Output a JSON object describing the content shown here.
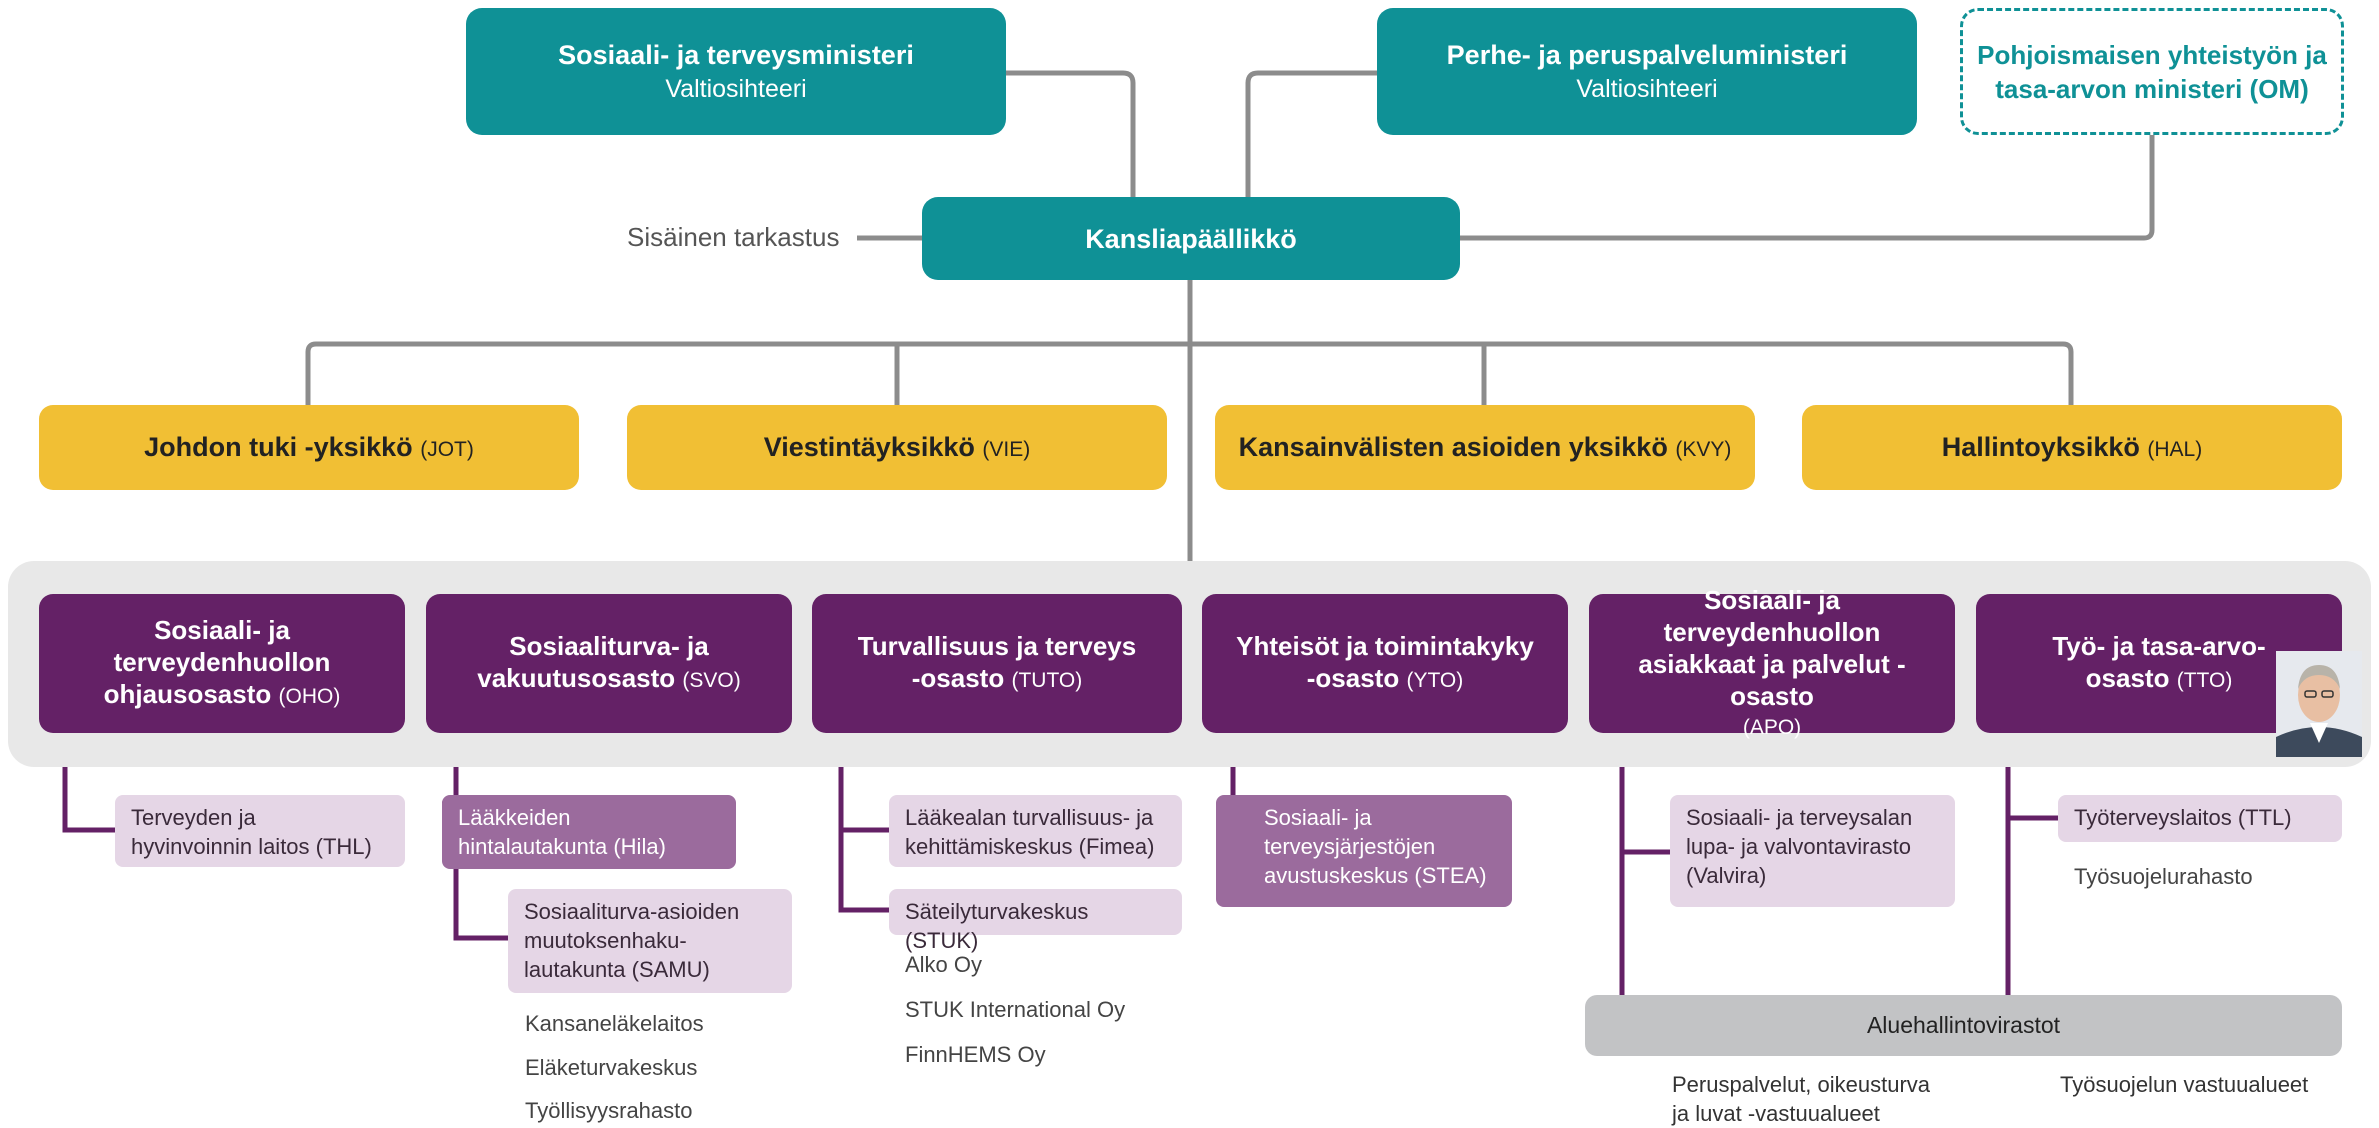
{
  "ministers": {
    "social_health": {
      "title": "Sosiaali- ja terveysministeri",
      "sub": "Valtiosihteeri"
    },
    "family": {
      "title": "Perhe- ja peruspalveluministeri",
      "sub": "Valtiosihteeri"
    },
    "nordic": {
      "line1": "Pohjoismaisen yhteistyön ja",
      "line2": "tasa-arvon ministeri (OM)"
    }
  },
  "chancellery": {
    "title": "Kansliapäällikkö",
    "audit": "Sisäinen tarkastus"
  },
  "units": [
    {
      "name": "Johdon tuki -yksikkö",
      "abbr": "(JOT)"
    },
    {
      "name": "Viestintäyksikkö",
      "abbr": "(VIE)"
    },
    {
      "name": "Kansainvälisten asioiden yksikkö",
      "abbr": "(KVY)"
    },
    {
      "name": "Hallintoyksikkö",
      "abbr": "(HAL)"
    }
  ],
  "departments": [
    {
      "l1": "Sosiaali- ja",
      "l2": "terveydenhuollon",
      "l3": "ohjausosasto",
      "abbr": "(OHO)"
    },
    {
      "l1": "Sosiaaliturva- ja",
      "l2": "vakuutusosasto",
      "abbr": "(SVO)"
    },
    {
      "l1": "Turvallisuus ja terveys",
      "l2": "-osasto",
      "abbr": "(TUTO)"
    },
    {
      "l1": "Yhteisöt ja toimintakyky",
      "l2": "-osasto",
      "abbr": "(YTO)"
    },
    {
      "l1": "Sosiaali- ja terveydenhuollon",
      "l2": "asiakkaat ja palvelut -osasto",
      "abbr": "(APO)"
    },
    {
      "l1": "Työ- ja tasa-arvo-",
      "l2": "osasto",
      "abbr": "(TTO)"
    }
  ],
  "agencies": {
    "oho": {
      "thl_1": "Terveyden ja",
      "thl_2": "hyvinvoinnin laitos (THL)"
    },
    "svo": {
      "hila_1": "Lääkkeiden",
      "hila_2": "hintalautakunta (Hila)",
      "samu_1": "Sosiaaliturva-asioiden",
      "samu_2": "muutoksenhaku-",
      "samu_3": "lautakunta (SAMU)",
      "plain": [
        "Kansaneläkelaitos",
        "Eläketurvakeskus",
        "Työllisyysrahasto"
      ]
    },
    "tuto": {
      "fimea_1": "Lääkealan turvallisuus- ja",
      "fimea_2": "kehittämiskeskus (Fimea)",
      "stuk": "Säteilyturvakeskus (STUK)",
      "plain": [
        "Alko Oy",
        "STUK International Oy",
        "FinnHEMS Oy"
      ]
    },
    "yto": {
      "stea_1": "Sosiaali- ja",
      "stea_2": "terveysjärjestöjen",
      "stea_3": "avustuskeskus (STEA)"
    },
    "apo": {
      "valvira_1": "Sosiaali- ja terveysalan",
      "valvira_2": "lupa- ja valvontavirasto",
      "valvira_3": "(Valvira)"
    },
    "tto": {
      "ttl": "Työterveyslaitos (TTL)",
      "plain": "Työsuojelurahasto"
    }
  },
  "regional": {
    "title": "Aluehallintovirastot",
    "left_1": "Peruspalvelut, oikeusturva",
    "left_2": "ja luvat -vastuualueet",
    "right": "Työsuojelun vastuualueet"
  },
  "colors": {
    "teal": "#0f9196",
    "yellow": "#f1bf34",
    "purple": "#642166",
    "light_purple": "#e5d6e6",
    "mid_purple": "#9b6b9d",
    "grey": "#c2c3c5"
  }
}
